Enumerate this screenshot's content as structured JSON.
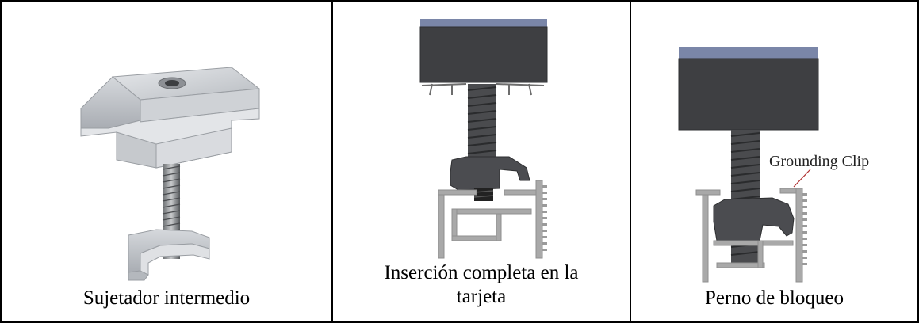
{
  "cells": [
    {
      "caption": "Sujetador intermedio",
      "image_icon": "mid-clamp-3d-render"
    },
    {
      "caption_line1": "Inserción completa en la",
      "caption_line2": "tarjeta",
      "image_icon": "clamp-inserted-in-rail-cross-section"
    },
    {
      "caption": "Perno de bloqueo",
      "image_icon": "locking-bolt-cross-section",
      "callout": "Grounding Clip"
    }
  ],
  "colors": {
    "border": "#000000",
    "aluminum": "#c9ccd0",
    "panel_dark": "#3e3f42",
    "panel_top": "#7a86a8",
    "rail_gray": "#a9a9a9"
  }
}
